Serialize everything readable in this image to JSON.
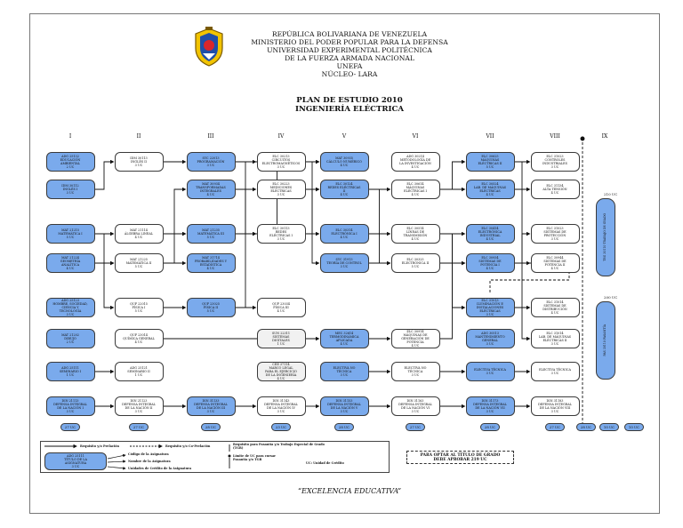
{
  "header": {
    "lines": [
      "REPÚBLICA BOLIVARIANA DE VENEZUELA",
      "MINISTERIO DEL PODER POPULAR PARA LA DEFENSA",
      "UNIVERSIDAD EXPERIMENTAL POLITÉCNICA",
      "DE LA FUERZA ARMADA  NACIONAL",
      "UNEFA",
      "NÚCLEO- LARA"
    ],
    "plan_title": "PLAN DE ESTUDIO 2010",
    "plan_subtitle": "INGENIERÍA ELÉCTRICA",
    "logo_icon": "unefa-shield-icon"
  },
  "columns": [
    "I",
    "II",
    "III",
    "IV",
    "V",
    "VI",
    "VII",
    "VIII",
    "IX"
  ],
  "courses": [
    {
      "id": "c1",
      "col": 0,
      "row": 0,
      "color": "blue",
      "lines": [
        "ADG 25132",
        "EDUCACIÓN",
        "AMBIENTAL",
        "2 UC"
      ]
    },
    {
      "id": "c2",
      "col": 0,
      "row": 1,
      "color": "blue",
      "lines": [
        "IDM 30112",
        "INGLÉS I",
        "3 UC"
      ]
    },
    {
      "id": "c3",
      "col": 0,
      "row": 2,
      "color": "blue",
      "lines": [
        "MAT 21215",
        "MATEMÁTICA I",
        "5 UC"
      ]
    },
    {
      "id": "c4",
      "col": 0,
      "row": 3,
      "color": "blue",
      "lines": [
        "MAT 21224",
        "GEOMETRÍA",
        "ANALÍTICA",
        "4 UC"
      ]
    },
    {
      "id": "c5",
      "col": 0,
      "row": 4,
      "color": "blue",
      "lines": [
        "ADG 25123",
        "HOMBRE, SOCIEDAD,",
        "CIENCIA Y",
        "TECNOLOGÍA",
        "3 UC"
      ]
    },
    {
      "id": "c6",
      "col": 0,
      "row": 5,
      "color": "blue",
      "lines": [
        "MAT 21202",
        "DIBUJO",
        "2 UC"
      ]
    },
    {
      "id": "c7",
      "col": 0,
      "row": 6,
      "color": "blue",
      "lines": [
        "ADG 25111",
        "SEMINARIO I",
        "1 UC"
      ]
    },
    {
      "id": "c8",
      "col": 0,
      "row": 7,
      "color": "blue",
      "lines": [
        "DIN 21113",
        "DEFENSA INTEGRAL",
        "DE LA NACIÓN I",
        "3 UC"
      ]
    },
    {
      "id": "c9",
      "col": 1,
      "row": 0,
      "color": "white",
      "lines": [
        "IDM 30113",
        "INGLÉS II",
        "3 UC"
      ]
    },
    {
      "id": "c10",
      "col": 1,
      "row": 2,
      "color": "white",
      "lines": [
        "MAT 21114",
        "ÁLGEBRA LINEAL",
        "4 UC"
      ]
    },
    {
      "id": "c11",
      "col": 1,
      "row": 3,
      "color": "white",
      "lines": [
        "MAT 21225",
        "MATEMÁTICA II",
        "5 UC"
      ]
    },
    {
      "id": "c12",
      "col": 1,
      "row": 4,
      "color": "white",
      "lines": [
        "QUF 22015",
        "FÍSICA I",
        "5 UC"
      ]
    },
    {
      "id": "c13",
      "col": 1,
      "row": 5,
      "color": "white",
      "lines": [
        "QUF 23014",
        "QUÍMICA GENERAL",
        "4 UC"
      ]
    },
    {
      "id": "c14",
      "col": 1,
      "row": 6,
      "color": "white",
      "lines": [
        "ADG 25121",
        "SEMINARIO II",
        "1 UC"
      ]
    },
    {
      "id": "c15",
      "col": 1,
      "row": 7,
      "color": "white",
      "lines": [
        "DIN 21123",
        "DEFENSA INTEGRAL",
        "DE LA NACIÓN II",
        "3 UC"
      ]
    },
    {
      "id": "c16",
      "col": 2,
      "row": 0,
      "color": "blue",
      "lines": [
        "SYC 22013",
        "PROGRAMACIÓN",
        "3 UC"
      ]
    },
    {
      "id": "c17",
      "col": 2,
      "row": 1,
      "color": "blue",
      "lines": [
        "MAT 30934",
        "TRANSFORMADAS",
        "INTEGRALES",
        "4 UC"
      ]
    },
    {
      "id": "c18",
      "col": 2,
      "row": 2,
      "color": "blue",
      "lines": [
        "MAT 21235",
        "MATEMÁTICA III",
        "5 UC"
      ]
    },
    {
      "id": "c19",
      "col": 2,
      "row": 3,
      "color": "blue",
      "lines": [
        "MAT 31714",
        "PROBABILIDADES Y",
        "ESTADÍSTICA",
        "4 UC"
      ]
    },
    {
      "id": "c20",
      "col": 2,
      "row": 4,
      "color": "blue",
      "lines": [
        "QUF 23025",
        "FÍSICA II",
        "5 UC"
      ]
    },
    {
      "id": "c21",
      "col": 2,
      "row": 7,
      "color": "blue",
      "lines": [
        "DIN 31133",
        "DEFENSA INTEGRAL",
        "DE LA NACIÓN III",
        "3 UC"
      ]
    },
    {
      "id": "c22",
      "col": 3,
      "row": 0,
      "color": "white",
      "lines": [
        "ELC 30213",
        "CIRCUITOS",
        "ELECTROMAGNÉTICOS",
        "3 UC"
      ]
    },
    {
      "id": "c23",
      "col": 3,
      "row": 1,
      "color": "white",
      "lines": [
        "ELC 30223",
        "MEDICIONES",
        "ELÉCTRICAS",
        "3 UC"
      ]
    },
    {
      "id": "c24",
      "col": 3,
      "row": 2,
      "color": "white",
      "lines": [
        "ELC 30113",
        "REDES",
        "ELÉCTRICAS I",
        "3 UC"
      ]
    },
    {
      "id": "c25",
      "col": 3,
      "row": 4,
      "color": "white",
      "lines": [
        "QUF 23034",
        "FÍSICA III",
        "4 UC"
      ]
    },
    {
      "id": "c26",
      "col": 3,
      "row": 5,
      "color": "light",
      "lines": [
        "SUN 22311",
        "SISTEMAS",
        "DIGITALES",
        "1 UC"
      ]
    },
    {
      "id": "c27",
      "col": 3,
      "row": 6,
      "color": "light",
      "lines": [
        "CEE 37114",
        "MARCO LEGAL",
        "PARA EL EJERCICIO",
        "DE LA INGENIERÍA",
        "4 UC"
      ]
    },
    {
      "id": "c28",
      "col": 3,
      "row": 7,
      "color": "white",
      "lines": [
        "DIN 31143",
        "DEFENSA INTEGRAL",
        "DE LA NACIÓN IV",
        "3 UC"
      ]
    },
    {
      "id": "c29",
      "col": 4,
      "row": 0,
      "color": "blue",
      "lines": [
        "MAT 30935",
        "CÁLCULO NUMÉRICO",
        "4 UC"
      ]
    },
    {
      "id": "c30",
      "col": 4,
      "row": 1,
      "color": "blue",
      "lines": [
        "ELC 30124",
        "REDES ELÉCTRICAS",
        "II",
        "4 UC"
      ]
    },
    {
      "id": "c31",
      "col": 4,
      "row": 2,
      "color": "blue",
      "lines": [
        "ELC 30314",
        "ELECTRÓNICA I",
        "4 UC"
      ]
    },
    {
      "id": "c32",
      "col": 4,
      "row": 3,
      "color": "blue",
      "lines": [
        "SYC 31913",
        "TEORÍA DE CONTROL",
        "3 UC"
      ]
    },
    {
      "id": "c33",
      "col": 4,
      "row": 5,
      "color": "blue",
      "lines": [
        "MEC 32614",
        "TERMODINÁMICA",
        "APLICADA",
        "4 UC"
      ]
    },
    {
      "id": "c34",
      "col": 4,
      "row": 6,
      "color": "blue",
      "lines": [
        "ELECTIVA NO",
        "TÉCNICA",
        "3 UC"
      ]
    },
    {
      "id": "c35",
      "col": 4,
      "row": 7,
      "color": "blue",
      "lines": [
        "DIN 31153",
        "DEFENSA INTEGRAL",
        "DE LA NACIÓN V",
        "3 UC"
      ]
    },
    {
      "id": "c36",
      "col": 5,
      "row": 0,
      "color": "white",
      "lines": [
        "ADG 30214",
        "METODOLOGÍA DE",
        "LA INVESTIGACIÓN",
        "4 UC"
      ]
    },
    {
      "id": "c37",
      "col": 5,
      "row": 1,
      "color": "white",
      "lines": [
        "ELC 30614",
        "MÁQUINAS",
        "ELÉCTRICAS I",
        "4 UC"
      ]
    },
    {
      "id": "c38",
      "col": 5,
      "row": 2,
      "color": "white",
      "lines": [
        "ELC 30514",
        "LÍNEAS DE",
        "TRANSMISIÓN",
        "4 UC"
      ]
    },
    {
      "id": "c39",
      "col": 5,
      "row": 3,
      "color": "white",
      "lines": [
        "ELC 30325",
        "ELECTRÓNICA II",
        "5 UC"
      ]
    },
    {
      "id": "c40",
      "col": 5,
      "row": 5,
      "color": "white",
      "lines": [
        "ELC 30914",
        "MÁQUINAS DE",
        "GENERACIÓN DE",
        "POTENCIA",
        "4 UC"
      ]
    },
    {
      "id": "c41",
      "col": 5,
      "row": 6,
      "color": "white",
      "lines": [
        "ELECTIVA NO",
        "TÉCNICA",
        "3 UC"
      ]
    },
    {
      "id": "c42",
      "col": 5,
      "row": 7,
      "color": "white",
      "lines": [
        "DIN 31163",
        "DEFENSA INTEGRAL",
        "DE LA NACIÓN VI",
        "3 UC"
      ]
    },
    {
      "id": "c43",
      "col": 6,
      "row": 0,
      "color": "blue",
      "lines": [
        "ELC 30625",
        "MÁQUINAS",
        "ELÉCTRICAS II",
        "5 UC"
      ]
    },
    {
      "id": "c44",
      "col": 6,
      "row": 1,
      "color": "blue",
      "lines": [
        "ELC 30524",
        "LAB. DE MÁQUINAS",
        "ELÉCTRICAS",
        "4 UC"
      ]
    },
    {
      "id": "c45",
      "col": 6,
      "row": 2,
      "color": "blue",
      "lines": [
        "ELC 30414",
        "ELECTRÓNICA",
        "INDUSTRIAL",
        "4 UC"
      ]
    },
    {
      "id": "c46",
      "col": 6,
      "row": 3,
      "color": "blue",
      "lines": [
        "ELC 30934",
        "SISTEMAS DE",
        "POTENCIA I",
        "4 UC"
      ]
    },
    {
      "id": "c47",
      "col": 6,
      "row": 4,
      "color": "blue",
      "lines": [
        "ELC 31013",
        "ILUMINACIÓN E",
        "INSTALACIONES",
        "ELÉCTRICAS",
        "3 UC"
      ]
    },
    {
      "id": "c48",
      "col": 6,
      "row": 5,
      "color": "blue",
      "lines": [
        "ADG 30513",
        "MANTENIMIENTO",
        "GENERAL",
        "3 UC"
      ]
    },
    {
      "id": "c49",
      "col": 6,
      "row": 6,
      "color": "blue",
      "lines": [
        "ELECTIVA TÉCNICA",
        "3 UC"
      ]
    },
    {
      "id": "c50",
      "col": 6,
      "row": 7,
      "color": "blue",
      "lines": [
        "DIN 31173",
        "DEFENSA INTEGRAL",
        "DE LA NACIÓN VII",
        "3 UC"
      ]
    },
    {
      "id": "c51",
      "col": 7,
      "row": 0,
      "color": "white",
      "lines": [
        "ELC 31023",
        "CONTROLES",
        "INDUSTRIALES",
        "3 UC"
      ]
    },
    {
      "id": "c52",
      "col": 7,
      "row": 1,
      "color": "white",
      "lines": [
        "ELC 31134",
        "ALTA TENSIÓN",
        "4 UC"
      ]
    },
    {
      "id": "c53",
      "col": 7,
      "row": 2,
      "color": "white",
      "lines": [
        "ELC 31023",
        "SISTEMAS DE",
        "PROTECCIÓN",
        "3 UC"
      ]
    },
    {
      "id": "c54",
      "col": 7,
      "row": 3,
      "color": "white",
      "lines": [
        "ELC 30944",
        "SISTEMAS DE",
        "POTENCIA II",
        "4 UC"
      ]
    },
    {
      "id": "c55",
      "col": 7,
      "row": 4,
      "color": "white",
      "lines": [
        "ELC 31014",
        "SISTEMAS DE",
        "DISTRIBUCIÓN",
        "4 UC"
      ]
    },
    {
      "id": "c56",
      "col": 7,
      "row": 5,
      "color": "white",
      "lines": [
        "ELC 31014",
        "LAB. DE MÁQUINAS",
        "ELÉCTRICAS II",
        "3 UC"
      ]
    },
    {
      "id": "c57",
      "col": 7,
      "row": 6,
      "color": "white",
      "lines": [
        "ELECTIVA TÉCNICA",
        "3 UC"
      ]
    },
    {
      "id": "c58",
      "col": 7,
      "row": 7,
      "color": "white",
      "lines": [
        "DIN 31183",
        "DEFENSA INTEGRAL",
        "DE LA NACIÓN VIII",
        "3 UC"
      ]
    }
  ],
  "capstones": {
    "tgr": {
      "lines": [
        "TEG 30110",
        "TRABAJO DE GRADO"
      ],
      "uc_label": "210 UC"
    },
    "ptp": {
      "lines": [
        "PAS 30110",
        "PASANTÍA"
      ],
      "uc_label": "200 UC"
    }
  },
  "semester_uc": [
    "27 UC",
    "27 UC",
    "28 UC",
    "23 UC",
    "28 UC",
    "27 UC",
    "28 UC",
    "27 UC",
    "28 UC"
  ],
  "semester_uc_ix": [
    "10 UC",
    "10 UC"
  ],
  "legend": {
    "prelation": "Requisito y/o Prelación",
    "coprelation": "Requisito y/o Co-Prelación",
    "special": "Requisito para Pasantía y/o Trabajo Especial de Grado (TGR)",
    "uc_limit": "Límite de UC para cursar Pasantía y/o TGR",
    "code": "Código de la Asignatura",
    "name": "Nombre de la Asignatura",
    "credits": "Unidades de Crédito de la Asignatura",
    "uc_def": "UC: Unidad de Crédito",
    "sample": [
      "ADG 25111",
      "TÍTULO DE LA",
      "ASIGNATURA",
      "3 UC"
    ]
  },
  "graduation": [
    "PARA OPTAR AL TÍTULO DE GRADO",
    "DEBE APROBAR 219 UC"
  ],
  "motto": "“EXCELENCIA EDUCATIVA”",
  "colors": {
    "blue": "#7aaaec",
    "border": "#3a3a3a",
    "line": "#111111"
  }
}
